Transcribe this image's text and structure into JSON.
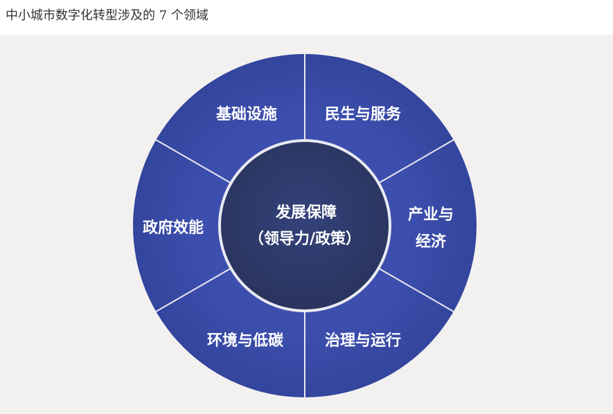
{
  "title": "中小城市数字化转型涉及的 7 个领域",
  "center": {
    "line1": "发展保障",
    "line2": "（领导力/政策）"
  },
  "segments": {
    "infrastructure": "基础设施",
    "livelihood": "民生与服务",
    "industry_line1": "产业与",
    "industry_line2": "经济",
    "governance_ops": "治理与运行",
    "environment": "环境与低碳",
    "gov_efficiency": "政府效能"
  },
  "colors": {
    "ring_blue": "#3a4ca8",
    "center_navy": "#2e3a66",
    "divider": "#eaeaf2",
    "panel_bg": "#f2f1f0",
    "text": "#ffffff"
  }
}
